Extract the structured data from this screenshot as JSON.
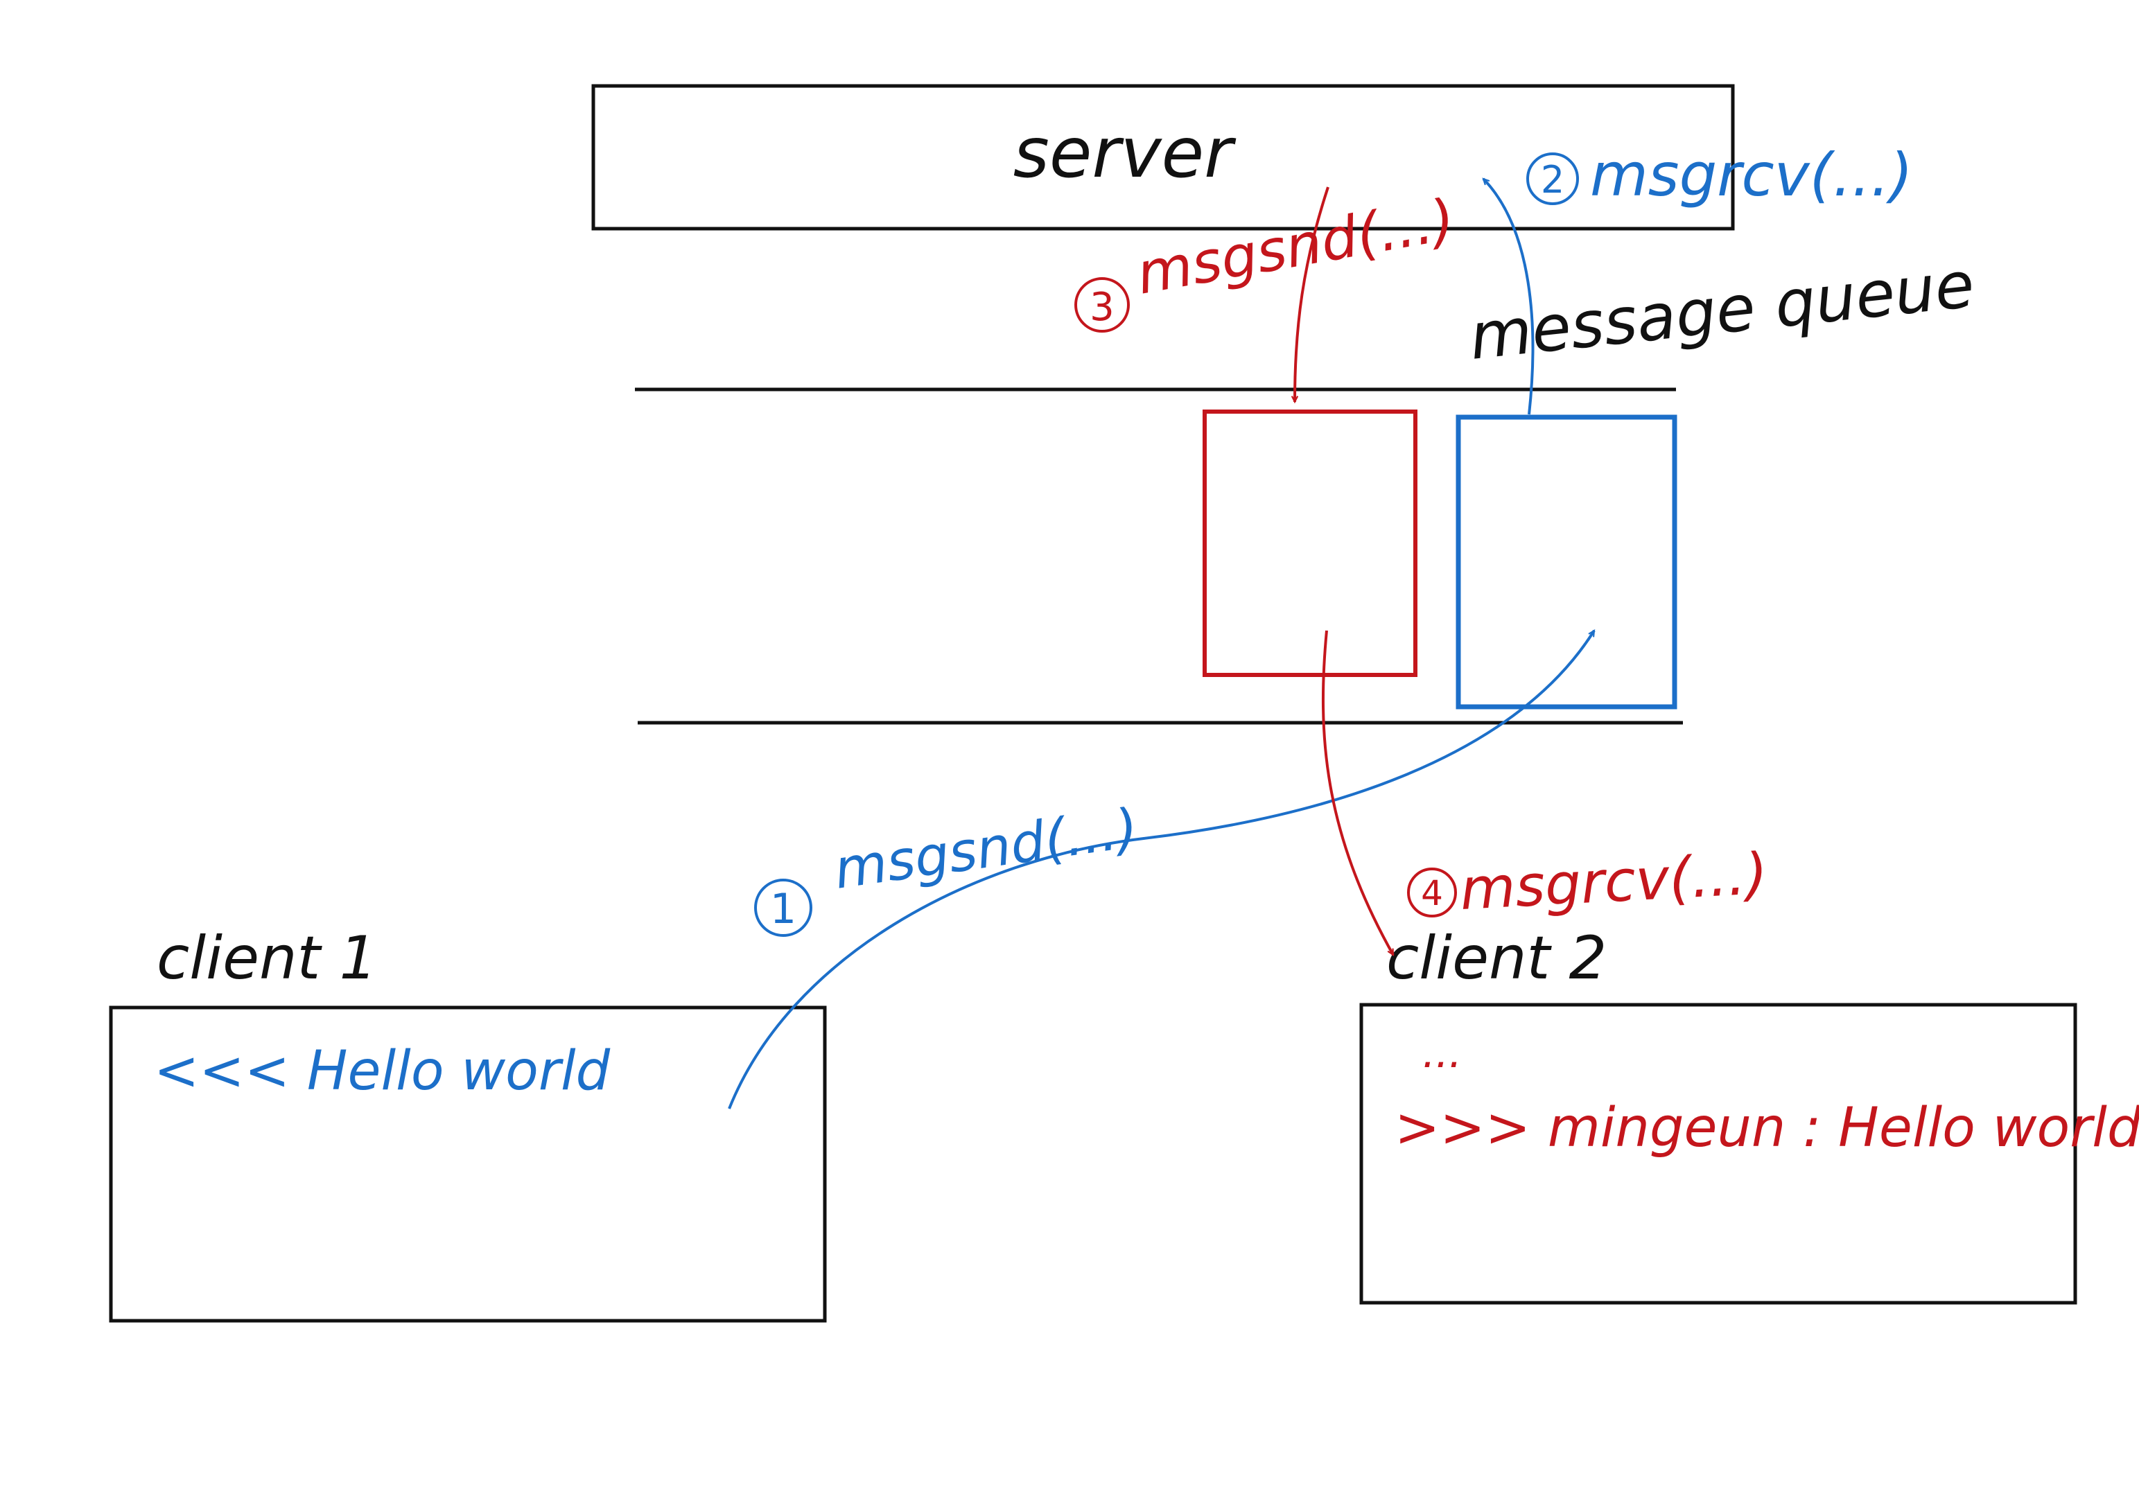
{
  "nodes": {
    "server": {
      "label": "server"
    },
    "message_queue": {
      "label": "message queue"
    },
    "client1": {
      "label": "client 1",
      "message": "<<< Hello world"
    },
    "client2": {
      "label": "client 2",
      "ellipsis": "...",
      "message": ">>> mingeun : Hello world"
    }
  },
  "steps": [
    {
      "number": "1",
      "call": "msgsnd(...)",
      "color": "#1c6fc9"
    },
    {
      "number": "2",
      "call": "msgrcv(...)",
      "color": "#1c6fc9"
    },
    {
      "number": "3",
      "call": "msgsnd(...)",
      "color": "#c4161c"
    },
    {
      "number": "4",
      "call": "msgrcv(...)",
      "color": "#c4161c"
    }
  ],
  "colors": {
    "ink": "#111111",
    "blue": "#1c6fc9",
    "red": "#c4161c"
  }
}
